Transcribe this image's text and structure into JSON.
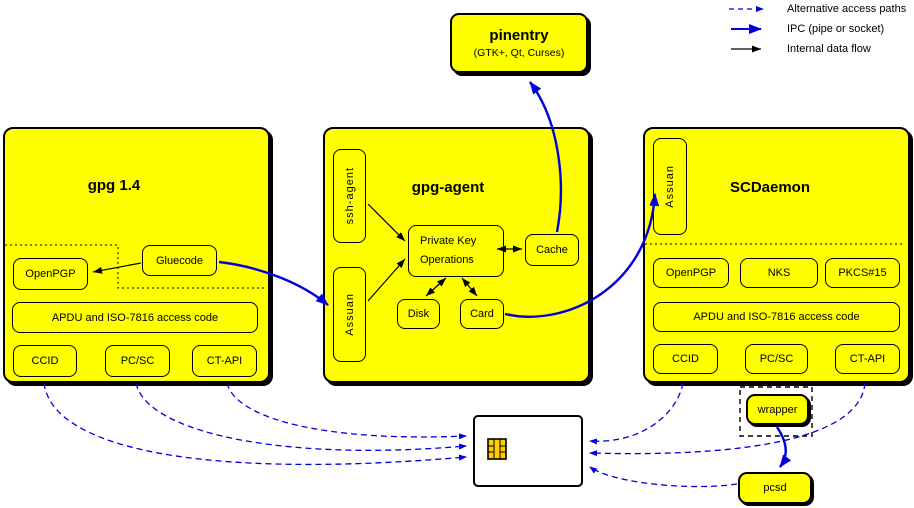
{
  "legend": {
    "alt": "Alternative access paths",
    "ipc": "IPC (pipe or socket)",
    "internal": "Internal data flow"
  },
  "pinentry": {
    "title": "pinentry",
    "subtitle": "(GTK+, Qt, Curses)"
  },
  "gpg14": {
    "title": "gpg 1.4",
    "openpgp": "OpenPGP",
    "gluecode": "Gluecode",
    "apdu": "APDU and ISO-7816 access code",
    "ccid": "CCID",
    "pcsc": "PC/SC",
    "ctapi": "CT-API"
  },
  "gpg_agent": {
    "title": "gpg-agent",
    "ssh_agent": "ssh-agent",
    "assuan": "Assuan",
    "pko1": "Private Key",
    "pko2": "Operations",
    "cache": "Cache",
    "disk": "Disk",
    "card": "Card"
  },
  "scdaemon": {
    "title": "SCDaemon",
    "assuan": "Assuan",
    "openpgp": "OpenPGP",
    "nks": "NKS",
    "pkcs15": "PKCS#15",
    "apdu": "APDU and ISO-7816 access code",
    "ccid": "CCID",
    "pcsc": "PC/SC",
    "ctapi": "CT-API"
  },
  "peripherals": {
    "wrapper": "wrapper",
    "pcsd": "pcsd"
  },
  "colors": {
    "node_fill": "#ffff00",
    "ipc_blue": "#0000dd",
    "line_black": "#000000",
    "chip_gold": "#ffcc00"
  }
}
